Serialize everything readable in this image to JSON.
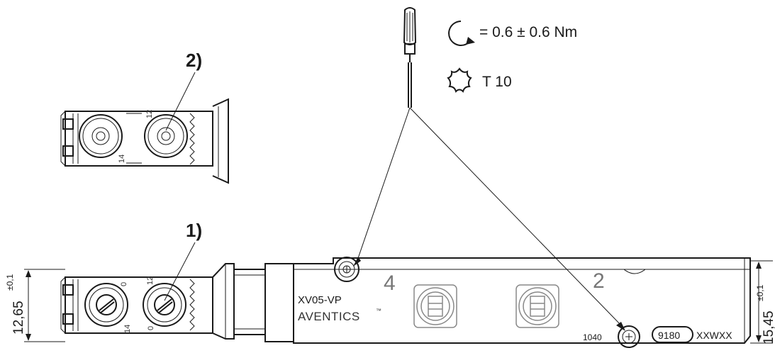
{
  "callouts": {
    "label_1": "1)",
    "label_2": "2)"
  },
  "torque": {
    "value": "= 0.6 ± 0.6 Nm"
  },
  "tool": {
    "bit": "T 10"
  },
  "valve": {
    "model": "XV05-VP",
    "brand": "AVENTICS",
    "brand_tm": "™",
    "port_4": "4",
    "port_2": "2",
    "code_1040": "1040",
    "code_9180": "9180",
    "code_xxwxx": "XXWXX"
  },
  "markings": {
    "num_12": "12",
    "num_14": "14",
    "num_0": "0"
  },
  "dimensions": {
    "left": "12,65",
    "left_tol": "±0,1",
    "right": "15,45",
    "right_tol": "±0,1"
  }
}
